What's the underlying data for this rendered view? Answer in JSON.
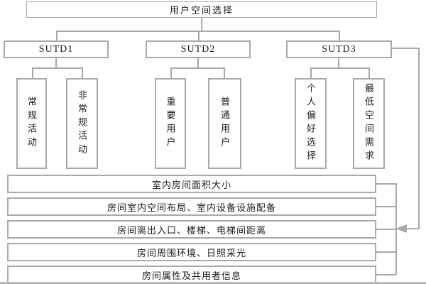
{
  "diagram": {
    "root": {
      "label": "用户空间选择"
    },
    "groups": [
      {
        "label": "SUTD1",
        "children": [
          "常规活动",
          "非常规活动"
        ]
      },
      {
        "label": "SUTD2",
        "children": [
          "重要用户",
          "普通用户"
        ]
      },
      {
        "label": "SUTD3",
        "children": [
          "个人偏好选择",
          "最低空间需求"
        ]
      }
    ],
    "criteria": [
      "室内房间面积大小",
      "房间室内空间布局、室内设备设施配备",
      "房间离出入口、楼梯、电梯间距离",
      "房间周围环境、日照采光",
      "房间属性及共用者信息"
    ],
    "colors": {
      "line": "#a9a9a9",
      "text": "#1c1c1c",
      "background": "#ffffff"
    }
  }
}
